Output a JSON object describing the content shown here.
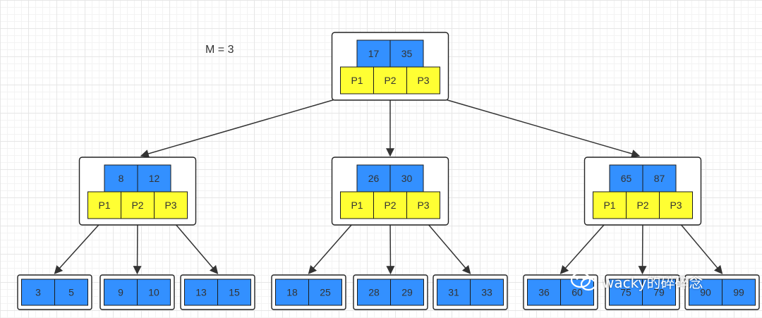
{
  "label": "M = 3",
  "watermark": "wacky的碎碎念",
  "colors": {
    "key": "#3390ff",
    "pointer": "#ffff33",
    "border": "#222222",
    "line": "#333333"
  },
  "tree": {
    "root": {
      "keys": [
        "17",
        "35"
      ],
      "pointers": [
        "P1",
        "P2",
        "P3"
      ]
    },
    "internal": [
      {
        "keys": [
          "8",
          "12"
        ],
        "pointers": [
          "P1",
          "P2",
          "P3"
        ]
      },
      {
        "keys": [
          "26",
          "30"
        ],
        "pointers": [
          "P1",
          "P2",
          "P3"
        ]
      },
      {
        "keys": [
          "65",
          "87"
        ],
        "pointers": [
          "P1",
          "P2",
          "P3"
        ]
      }
    ],
    "leaves": [
      [
        "3",
        "5"
      ],
      [
        "9",
        "10"
      ],
      [
        "13",
        "15"
      ],
      [
        "18",
        "25"
      ],
      [
        "28",
        "29"
      ],
      [
        "31",
        "33"
      ],
      [
        "36",
        "60"
      ],
      [
        "75",
        "79"
      ],
      [
        "90",
        "99"
      ]
    ]
  }
}
